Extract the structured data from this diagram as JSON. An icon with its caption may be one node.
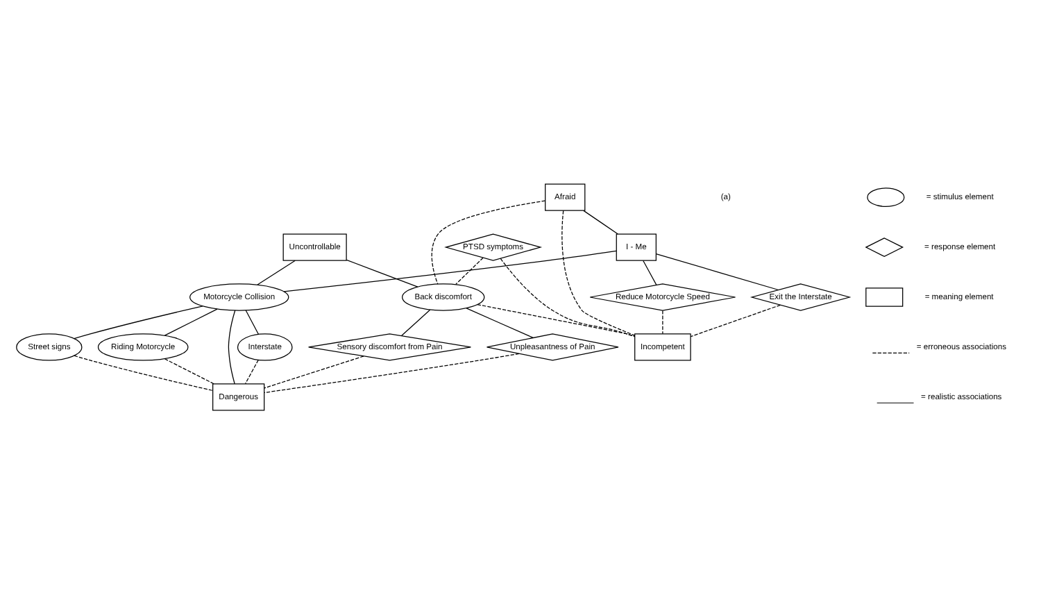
{
  "diagram": {
    "nodes": [
      {
        "text": [
          "Afraid"
        ]
      },
      {
        "text": [
          "Uncontrollable"
        ]
      },
      {
        "text": [
          "I - Me"
        ]
      },
      {
        "text": [
          "Motorcycle Collision"
        ]
      },
      {
        "text": [
          "Interstate"
        ]
      },
      {
        "text": [
          "Street signs"
        ]
      },
      {
        "text": [
          "PTSD symptoms"
        ]
      },
      {
        "text": [
          "Back discomfort"
        ]
      },
      {
        "text": [
          "Reduce Motorcycle Speed"
        ]
      },
      {
        "text": [
          "Riding Motorcycle"
        ]
      },
      {
        "text": [
          "Exit the Interstate"
        ]
      },
      {
        "text": [
          "Unpleasantness of Pain"
        ]
      },
      {
        "text": [
          "Sensory discomfort from Pain"
        ]
      },
      {
        "text": [
          "Incompetent"
        ]
      },
      {
        "text": [
          "Dangerous"
        ]
      }
    ],
    "edges": [
      {
        "from": 0,
        "to": 2,
        "arrow": "none"
      },
      {
        "from": 0,
        "to": 13,
        "arrow": "none",
        "style": "dashed"
      },
      {
        "from": 0,
        "to": 7,
        "arrow": "none",
        "style": "dashed"
      },
      {
        "from": 1,
        "to": 3,
        "arrow": "none"
      },
      {
        "from": 1,
        "to": 7,
        "arrow": "none"
      },
      {
        "from": 2,
        "to": 3,
        "arrow": "none"
      },
      {
        "from": 2,
        "to": 8,
        "arrow": "none"
      },
      {
        "from": 2,
        "to": 10,
        "arrow": "none"
      },
      {
        "from": 3,
        "to": 9,
        "arrow": "none"
      },
      {
        "from": 3,
        "to": 5,
        "arrow": "none"
      },
      {
        "from": 3,
        "to": 4,
        "arrow": "none"
      },
      {
        "from": 3,
        "to": 14,
        "arrow": "none"
      },
      {
        "from": 4,
        "to": 14,
        "arrow": "none",
        "style": "dashed"
      },
      {
        "from": 5,
        "to": 14,
        "arrow": "none",
        "style": "dashed"
      },
      {
        "from": 9,
        "to": 14,
        "arrow": "none",
        "style": "dashed"
      },
      {
        "from": 6,
        "to": 7,
        "arrow": "none",
        "style": "dashed"
      },
      {
        "from": 6,
        "to": 13,
        "arrow": "none",
        "style": "dashed"
      },
      {
        "from": 8,
        "to": 13,
        "arrow": "none",
        "style": "dashed"
      },
      {
        "from": 10,
        "to": 13,
        "arrow": "none",
        "style": "dashed"
      },
      {
        "from": 7,
        "to": 13,
        "arrow": "none",
        "style": "dashed"
      },
      {
        "from": 7,
        "to": 12,
        "arrow": "none"
      },
      {
        "from": 7,
        "to": 11,
        "arrow": "none"
      },
      {
        "from": 11,
        "to": 14,
        "arrow": "none",
        "style": "dashed"
      },
      {
        "from": 12,
        "to": 14,
        "arrow": "none",
        "style": "dashed"
      }
    ],
    "labels": [
      "(a)"
    ],
    "legend": [
      {
        "text": "= stimulus element"
      },
      {
        "text": "= response element"
      },
      {
        "text": "= meaning element"
      },
      {
        "text": "= erroneous associations"
      },
      {
        "text": "= realistic associations"
      }
    ]
  }
}
